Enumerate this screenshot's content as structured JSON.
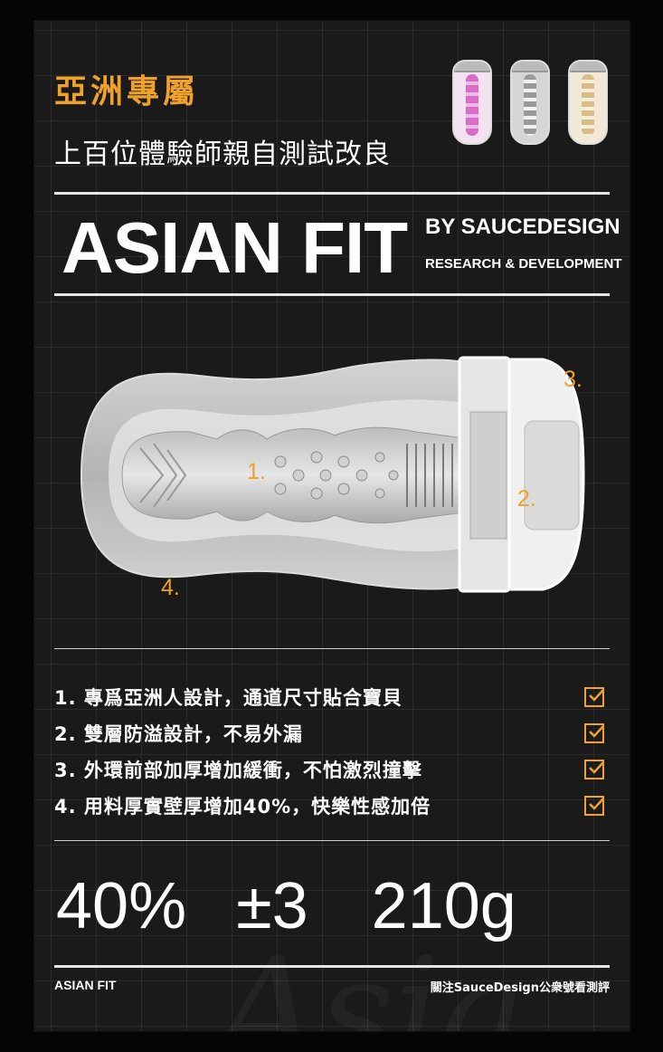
{
  "header": {
    "title_cn": "亞洲專屬",
    "subtitle_cn": "上百位體驗師親自測試改良"
  },
  "brand": {
    "name": "ASIAN FIT",
    "by": "BY SAUCEDESIGN",
    "rd": "RESEARCH & DEVELOPMENT"
  },
  "variants": [
    "pink",
    "clear",
    "beige"
  ],
  "markers": [
    "1.",
    "2.",
    "3.",
    "4."
  ],
  "features": [
    "1. 專爲亞洲人設計，通道尺寸貼合寶貝",
    "2. 雙層防溢設計，不易外漏",
    "3. 外環前部加厚增加緩衝，不怕激烈撞擊",
    "4. 用料厚實壁厚增加40%，快樂性感加倍"
  ],
  "stats": [
    "40%",
    "±3",
    "210g"
  ],
  "footer": {
    "left": "ASIAN FIT",
    "right": "關注SauceDesign公衆號看測評"
  },
  "colors": {
    "accent": "#f0a12a",
    "background": "#1a1a1a",
    "text": "#ffffff"
  }
}
